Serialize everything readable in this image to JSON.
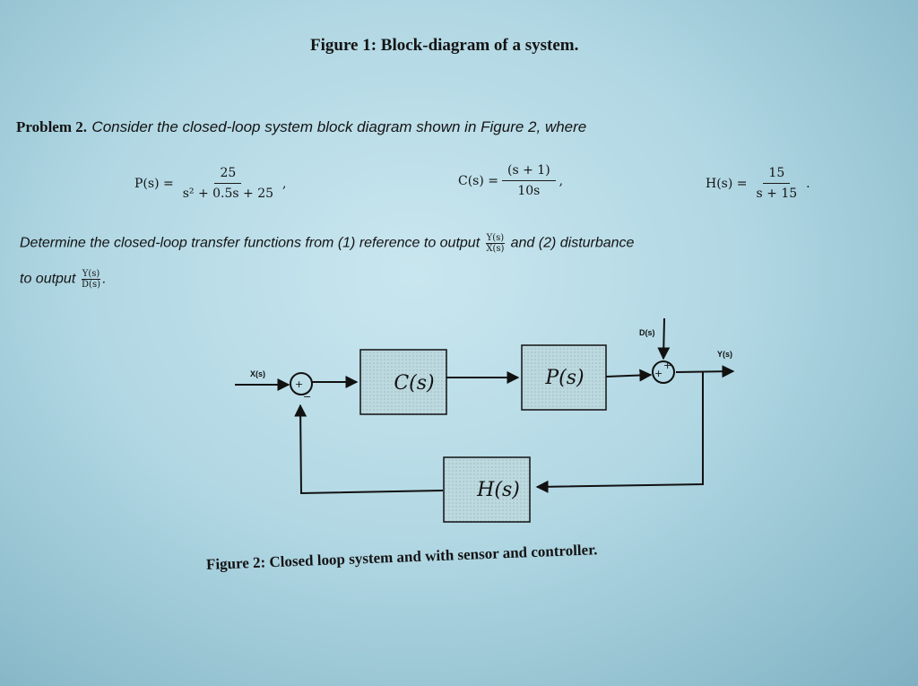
{
  "figure1_caption": "Figure 1: Block-diagram of a system.",
  "problem": {
    "label": "Problem 2.",
    "text": "Consider the closed-loop system block diagram shown in Figure 2, where"
  },
  "equations": {
    "p": {
      "lhs": "P(s) =",
      "num": "25",
      "den": "s² + 0.5s + 25",
      "tail": ","
    },
    "c": {
      "lhs": "C(s) =",
      "num": "(s + 1)",
      "den": "10s",
      "tail": ","
    },
    "h": {
      "lhs": "H(s) =",
      "num": "15",
      "den": "s + 15",
      "tail": "."
    }
  },
  "determine": {
    "text_before": "Determine the closed-loop transfer functions from (1) reference to output",
    "ratio1_num": "Y(s)",
    "ratio1_den": "X(s)",
    "text_middle": "and (2) disturbance",
    "text_line2": "to output",
    "ratio2_num": "Y(s)",
    "ratio2_den": "D(s)",
    "text_end": "."
  },
  "diagram": {
    "input_label": "X(s)",
    "disturbance_label": "D(s)",
    "output_label": "Y(s)",
    "block_c": "C(s)",
    "block_p": "P(s)",
    "block_h": "H(s)",
    "sum1_sign_plus": "+",
    "sum1_sign_minus": "−",
    "sum2_sign_plus": "+",
    "sum2_sign_plus2": "+"
  },
  "figure2_caption": "Figure 2: Closed loop system and with sensor and controller."
}
